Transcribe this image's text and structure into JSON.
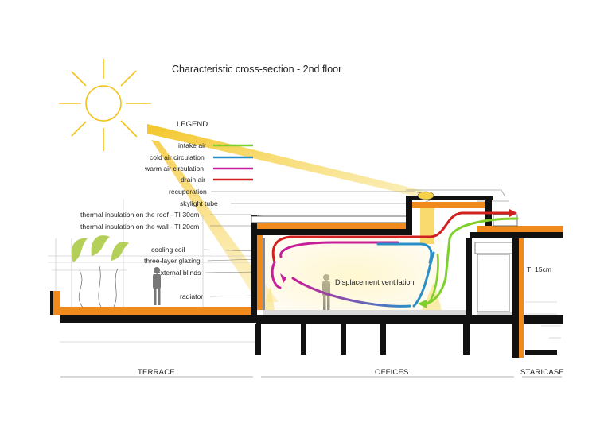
{
  "title": "Characteristic cross-section - 2nd floor",
  "legend": {
    "heading": "LEGEND",
    "items": [
      {
        "label": "intake air",
        "color": "#7fd02b"
      },
      {
        "label": "cold air circulation",
        "color": "#2a8fc8"
      },
      {
        "label": "warm air circulation",
        "color": "#c81e9a"
      },
      {
        "label": "drain air",
        "color": "#d21f1f"
      }
    ],
    "components": [
      "recuperation",
      "skylight tube",
      "thermal insulation on the roof - TI 30cm",
      "thermal insulation on the wall - TI 20cm"
    ]
  },
  "callouts": [
    "cooling coil",
    "three-layer glazing",
    "External blinds",
    "radiator"
  ],
  "annotations": {
    "displacement": "Displacement ventilation",
    "ti_staircase": "TI 15cm"
  },
  "zones": [
    "TERRACE",
    "OFFICES",
    "STARICASE"
  ],
  "colors": {
    "insulation": "#f08a1c",
    "structure": "#111111",
    "sun": "#f3c21a",
    "light_beam": "#f7d54a",
    "plant": "#a8c83c"
  }
}
